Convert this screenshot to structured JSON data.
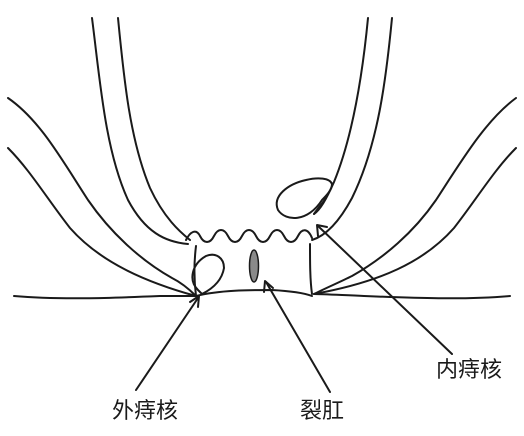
{
  "labels": {
    "external_hemorrhoid": "外痔核",
    "anal_fissure": "裂肛",
    "internal_hemorrhoid": "内痔核"
  },
  "colors": {
    "line": "#1a1a1a",
    "lesion_fill": "#8a8a8a",
    "background": "#ffffff"
  }
}
